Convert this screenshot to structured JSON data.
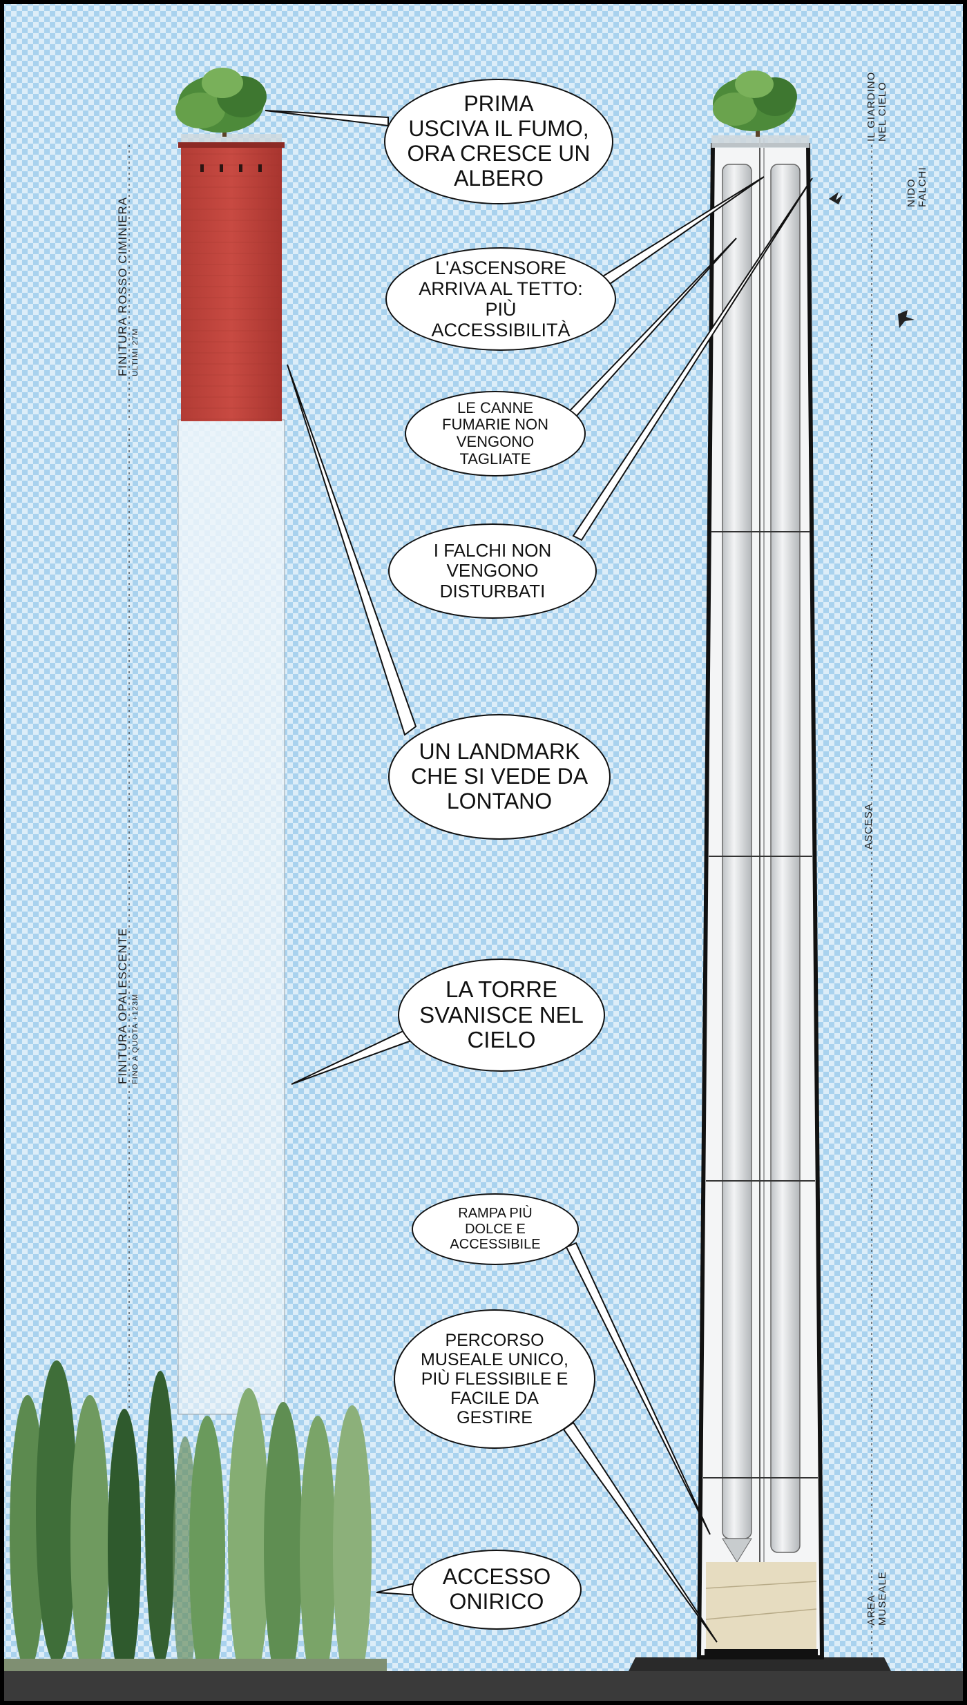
{
  "bubbles": {
    "fumo": "PRIMA\nUSCIVA IL FUMO,\nORA CRESCE UN\nALBERO",
    "ascensore": "L'ASCENSORE\nARRIVA AL TETTO:  PIÙ\nACCESSIBILITÀ",
    "canne": "LE CANNE\nFUMARIE NON\nVENGONO  TAGLIATE",
    "falchi": "I FALCHI NON\nVENGONO\nDISTURBATI",
    "landmark": "UN LANDMARK\nCHE SI VEDE DA\nLONTANO",
    "torre": "LA TORRE\nSVANISCE NEL\nCIELO",
    "rampa": "RAMPA PIÙ\nDOLCE E\nACCESSIBILE",
    "percorso": "PERCORSO\nMUSEALE UNICO,\nPIÙ FLESSIBILE E\nFACILE DA\nGESTIRE",
    "accesso": "ACCESSO\nONIRICO"
  },
  "labels": {
    "finitura_rosso": "FINITURA ROSSO  CIMINIERA",
    "finitura_rosso_sub": "ULTIMI 27m",
    "finitura_opalescente": "FINITURA OPALESCENTE",
    "finitura_opalescente_sub": "FINO A QUOTA +123m",
    "giardino": "IL GIARDINO\nNEL CIELO",
    "nido": "NIDO\nFALCHI",
    "ascesa": "ASCESA",
    "area_museale": "AREA\nMUSEALE"
  },
  "colors": {
    "chimney_red": "#c0443c",
    "sky_check": "#a9d2ee",
    "ground": "#3a3a3a"
  }
}
